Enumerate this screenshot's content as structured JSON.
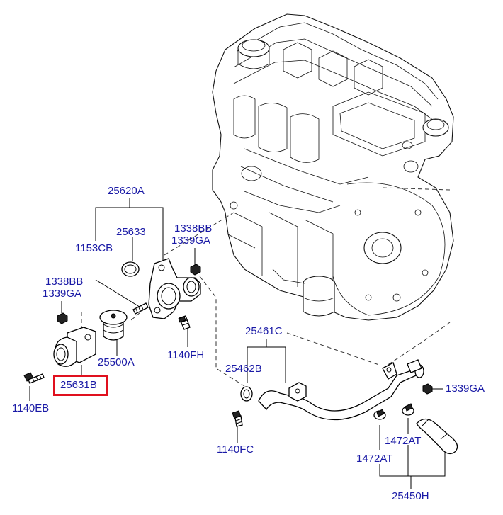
{
  "colors": {
    "label": "#1a1aa6",
    "highlight": "#e0101e",
    "line": "#000000"
  },
  "labels": {
    "p25620A": "25620A",
    "p25633": "25633",
    "p1338BB_right": "1338BB",
    "p1339GA_right": "1339GA",
    "p1153CB": "1153CB",
    "p1338BB_left": "1338BB",
    "p1339GA_left": "1339GA",
    "p25500A": "25500A",
    "p1140FH": "1140FH",
    "p25631B": "25631B",
    "p1140EB": "1140EB",
    "p25461C": "25461C",
    "p25462B": "25462B",
    "p1339GA_pipe": "1339GA",
    "p1472AT_right": "1472AT",
    "p1472AT_left": "1472AT",
    "p1140FC": "1140FC",
    "p25450H": "25450H"
  },
  "highlighted_part": "25631B"
}
